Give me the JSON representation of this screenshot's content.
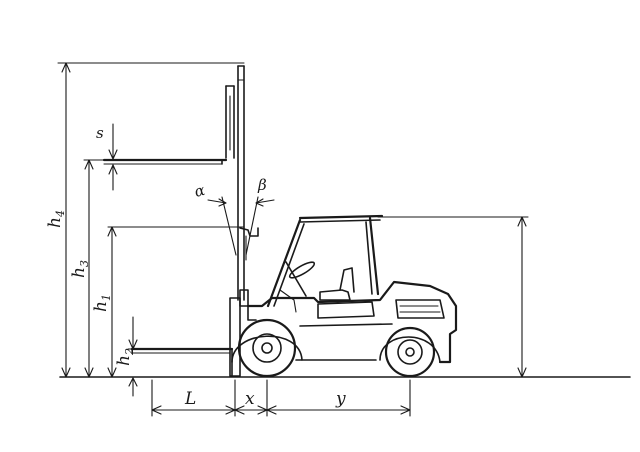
{
  "diagram": {
    "labels": {
      "h4": {
        "main": "h",
        "sub": "4"
      },
      "h3": {
        "main": "h",
        "sub": "3"
      },
      "h1": {
        "main": "h",
        "sub": "1"
      },
      "h2": {
        "main": "h",
        "sub": "2"
      },
      "s": "s",
      "alpha": "α",
      "beta": "β",
      "L": "L",
      "x": "x",
      "y": "y"
    },
    "colors": {
      "ink": "#1a1a1a",
      "paper": "#ffffff"
    }
  }
}
